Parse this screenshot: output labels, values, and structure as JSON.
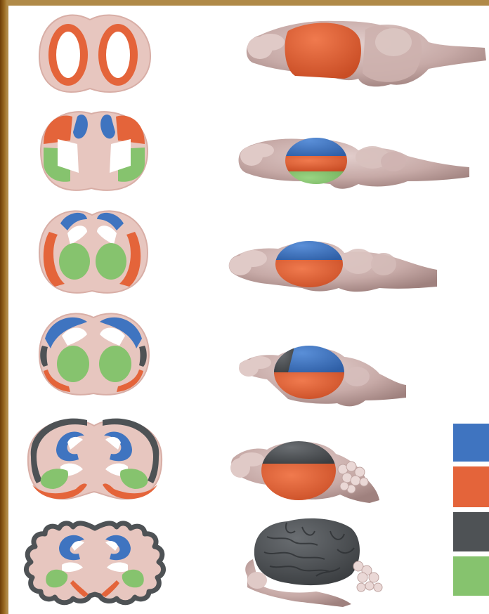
{
  "figure": {
    "description_hidden": "",
    "colors": {
      "tissue": "#e7c6bf",
      "tissue_edge": "#d8aea6",
      "side_brain": "#c9aeab",
      "side_brain_shade": "#a88a87",
      "orange": "#e4643a",
      "blue": "#3f74c0",
      "dark_gray": "#4e5255",
      "green": "#86c36e",
      "white": "#ffffff",
      "frame": "#7a4a0e"
    },
    "stages": [
      {
        "name": "stage-1",
        "regions": [
          "orange"
        ]
      },
      {
        "name": "stage-2",
        "regions": [
          "blue",
          "orange",
          "green"
        ]
      },
      {
        "name": "stage-3",
        "regions": [
          "blue",
          "orange",
          "green"
        ]
      },
      {
        "name": "stage-4",
        "regions": [
          "blue",
          "dark_gray",
          "orange",
          "green"
        ]
      },
      {
        "name": "stage-5",
        "regions": [
          "dark_gray",
          "blue",
          "orange",
          "green"
        ]
      },
      {
        "name": "stage-6",
        "regions": [
          "dark_gray",
          "blue",
          "orange",
          "green"
        ]
      }
    ],
    "legend": {
      "swatches": [
        "blue",
        "orange",
        "dark_gray",
        "green"
      ]
    }
  }
}
